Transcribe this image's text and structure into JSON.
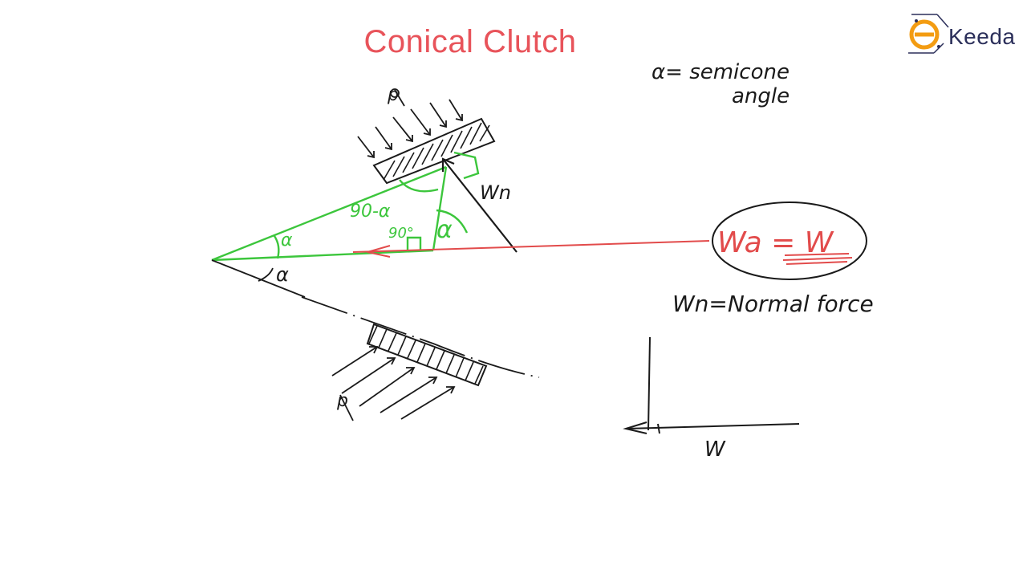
{
  "slide": {
    "title": "Conical Clutch",
    "brand": "Keeda",
    "colors": {
      "title": "#e8535a",
      "ink": "#1a1a1a",
      "green": "#3cc63c",
      "red": "#e24b4b",
      "logo_orange": "#f39c12",
      "logo_navy": "#2b2f5a"
    }
  },
  "notes": {
    "alpha_def_line1": "α= semicone",
    "alpha_def_line2": "angle",
    "wa_eq": "Wa = W",
    "wn_def": "Wn=Normal force"
  },
  "labels": {
    "p_top": "p",
    "p_bottom": "p",
    "wn": "Wn",
    "ninety_minus_alpha": "90-α",
    "ninety": "90°",
    "alpha_top": "α",
    "alpha_bottom": "α",
    "alpha_right": "α",
    "w_small": "W"
  }
}
